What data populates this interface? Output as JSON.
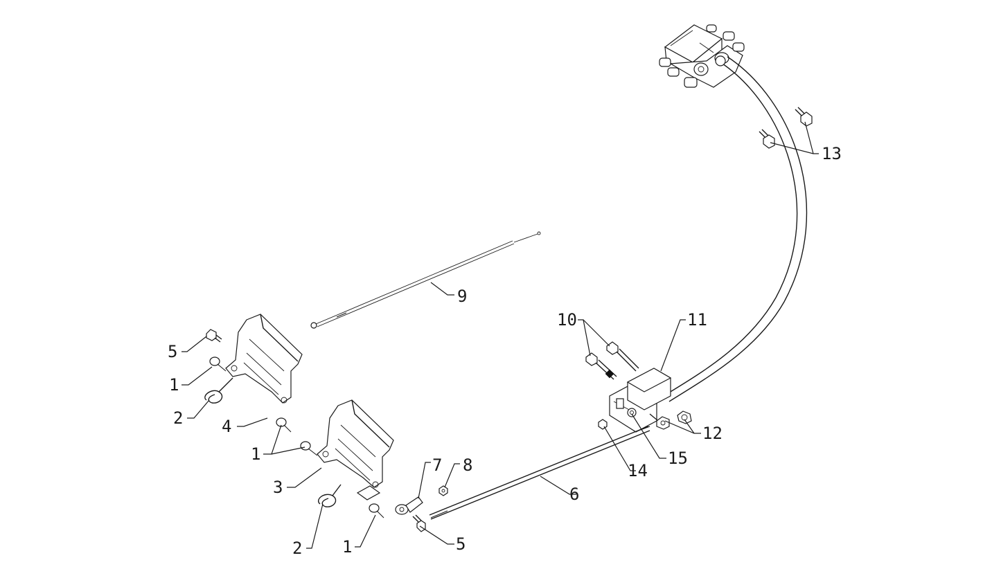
{
  "diagram": {
    "callouts": [
      {
        "id": "c1a",
        "label": "1"
      },
      {
        "id": "c1b",
        "label": "1"
      },
      {
        "id": "c1c",
        "label": "1"
      },
      {
        "id": "c2a",
        "label": "2"
      },
      {
        "id": "c2b",
        "label": "2"
      },
      {
        "id": "c3",
        "label": "3"
      },
      {
        "id": "c4",
        "label": "4"
      },
      {
        "id": "c5a",
        "label": "5"
      },
      {
        "id": "c5b",
        "label": "5"
      },
      {
        "id": "c6",
        "label": "6"
      },
      {
        "id": "c7",
        "label": "7"
      },
      {
        "id": "c8",
        "label": "8"
      },
      {
        "id": "c9",
        "label": "9"
      },
      {
        "id": "c10",
        "label": "10"
      },
      {
        "id": "c11",
        "label": "11"
      },
      {
        "id": "c12",
        "label": "12"
      },
      {
        "id": "c13",
        "label": "13"
      },
      {
        "id": "c14",
        "label": "14"
      },
      {
        "id": "c15",
        "label": "15"
      }
    ]
  }
}
